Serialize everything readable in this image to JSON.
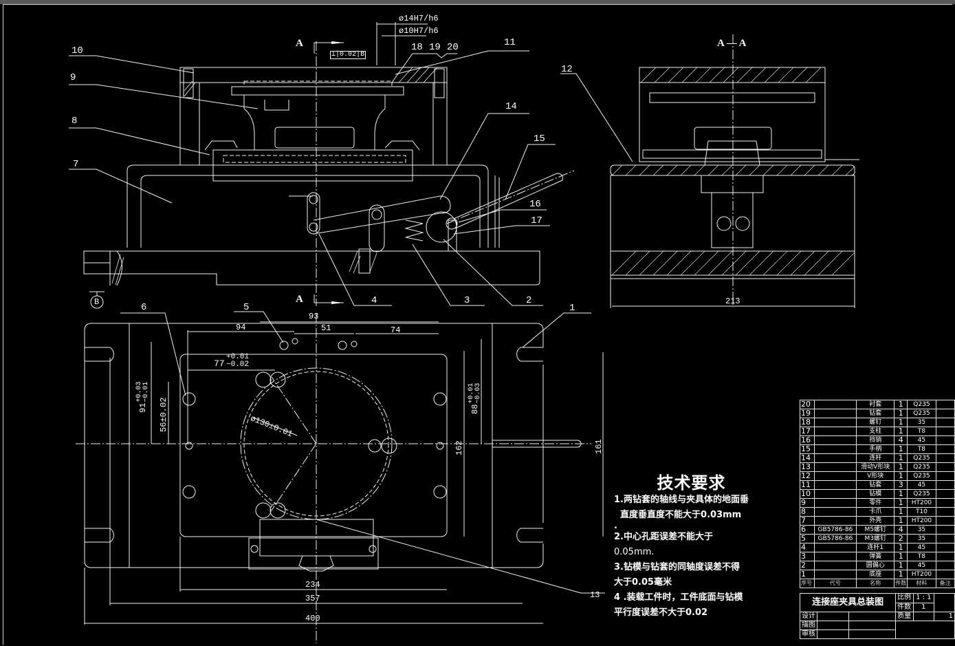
{
  "drawing": {
    "title": "连接座夹具总装图",
    "section_labels": {
      "front_top": "A",
      "front_bottom": "A",
      "side_view": "A — A",
      "datum": "B"
    },
    "tolerances": {
      "fit_outer": "ø14H7/h6",
      "fit_inner": "ø10H7/h6",
      "perpendicularity_symbol": "⊥",
      "perpendicularity_value": "0.02",
      "perpendicularity_datum": "B",
      "center_distance_77": "77",
      "center_distance_77_upper": "+0.01",
      "center_distance_77_lower": "−0.02",
      "dim_91": "91",
      "dim_91_upper": "+0.03",
      "dim_91_lower": "−0.01",
      "dim_56": "56±0.02",
      "dim_88": "88",
      "dim_88_upper": "+0.01",
      "dim_88_lower": "−0.03",
      "bore_diameter": "ø130±0.01"
    },
    "dimensions": {
      "d93": "93",
      "d94": "94",
      "d51": "51",
      "d74": "74",
      "d162": "162",
      "d161": "161",
      "d234": "234",
      "d357": "357",
      "d400": "400",
      "d213": "213"
    },
    "balloons": [
      "1",
      "2",
      "3",
      "4",
      "5",
      "6",
      "7",
      "8",
      "9",
      "10",
      "11",
      "12",
      "13",
      "14",
      "15",
      "16",
      "17",
      "18",
      "19",
      "20"
    ]
  },
  "technical_requirements": {
    "heading": "技术要求",
    "items": [
      "1.两钻套的轴线与夹具体的地面垂",
      "  直度垂直度不能大于0.03mm",
      ".",
      "2.中心孔距误差不能大于",
      "0.05mm.",
      "3.钻模与钻套的同轴度误差不得",
      "大于0.05毫米",
      "4 .装载工件时，工件底面与钻模",
      "平行度误差不大于0.02"
    ]
  },
  "bom": {
    "headers": {
      "no": "序号",
      "code": "代号",
      "name": "名称",
      "qty": "件数",
      "material": "材料",
      "remark": "备注"
    },
    "rows": [
      {
        "no": "20",
        "code": "",
        "name": "衬套",
        "qty": "1",
        "material": "Q235"
      },
      {
        "no": "19",
        "code": "",
        "name": "钻套",
        "qty": "1",
        "material": "Q235"
      },
      {
        "no": "18",
        "code": "",
        "name": "螺钉",
        "qty": "1",
        "material": "35"
      },
      {
        "no": "17",
        "code": "",
        "name": "支柱",
        "qty": "1",
        "material": "T8"
      },
      {
        "no": "16",
        "code": "",
        "name": "挡销",
        "qty": "4",
        "material": "45"
      },
      {
        "no": "15",
        "code": "",
        "name": "手柄",
        "qty": "1",
        "material": "T8"
      },
      {
        "no": "14",
        "code": "",
        "name": "连杆",
        "qty": "1",
        "material": "Q235"
      },
      {
        "no": "13",
        "code": "",
        "name": "滑动V形块",
        "qty": "1",
        "material": "Q235"
      },
      {
        "no": "12",
        "code": "",
        "name": "V形块",
        "qty": "1",
        "material": "Q235"
      },
      {
        "no": "11",
        "code": "",
        "name": "钻套",
        "qty": "3",
        "material": "45"
      },
      {
        "no": "10",
        "code": "",
        "name": "钻模",
        "qty": "1",
        "material": "Q235"
      },
      {
        "no": "9",
        "code": "",
        "name": "零件",
        "qty": "1",
        "material": "HT200"
      },
      {
        "no": "8",
        "code": "",
        "name": "卡爪",
        "qty": "1",
        "material": "T10"
      },
      {
        "no": "7",
        "code": "",
        "name": "外壳",
        "qty": "1",
        "material": "HT200"
      },
      {
        "no": "6",
        "code": "GB5786-86",
        "name": "M5螺钉",
        "qty": "4",
        "material": "35"
      },
      {
        "no": "5",
        "code": "GB5786-86",
        "name": "M3螺钉",
        "qty": "2",
        "material": "35"
      },
      {
        "no": "4",
        "code": "",
        "name": "连杆1",
        "qty": "1",
        "material": "45"
      },
      {
        "no": "3",
        "code": "",
        "name": "弹簧",
        "qty": "1",
        "material": "T8"
      },
      {
        "no": "2",
        "code": "",
        "name": "圆偏心",
        "qty": "1",
        "material": "45"
      },
      {
        "no": "1",
        "code": "",
        "name": "底座",
        "qty": "1",
        "material": "HT200"
      }
    ]
  },
  "title_block": {
    "scale_label": "比例",
    "scale_value": "1 : 1",
    "count_label": "件数",
    "count_value": "1",
    "mass_label": "质量",
    "sheet_value": "1",
    "design_label": "设计",
    "draw_label": "描图",
    "review_label": "审核"
  }
}
